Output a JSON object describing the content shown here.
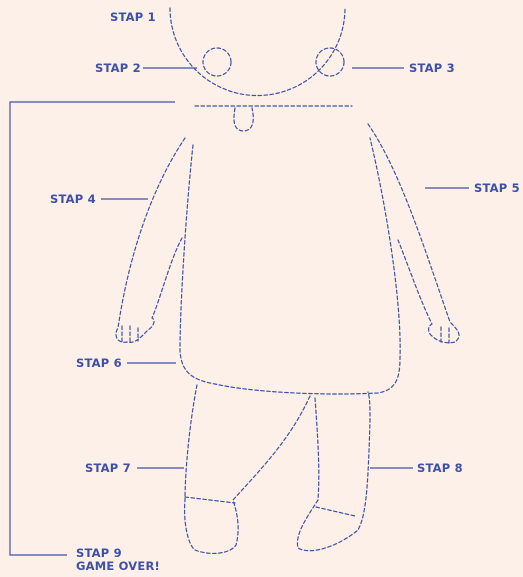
{
  "colors": {
    "background": "#fdf0e8",
    "ink": "#3f51a6"
  },
  "steps": [
    {
      "id": 1,
      "label": "STAP 1",
      "part": "head"
    },
    {
      "id": 2,
      "label": "STAP 2",
      "part": "left-eye"
    },
    {
      "id": 3,
      "label": "STAP 3",
      "part": "right-eye"
    },
    {
      "id": 4,
      "label": "STAP 4",
      "part": "left-arm"
    },
    {
      "id": 5,
      "label": "STAP 5",
      "part": "right-arm"
    },
    {
      "id": 6,
      "label": "STAP 6",
      "part": "body"
    },
    {
      "id": 7,
      "label": "STAP 7",
      "part": "left-leg"
    },
    {
      "id": 8,
      "label": "STAP 8",
      "part": "right-leg"
    },
    {
      "id": 9,
      "label": "STAP 9",
      "sublabel": "GAME OVER!",
      "part": "mouth"
    }
  ]
}
